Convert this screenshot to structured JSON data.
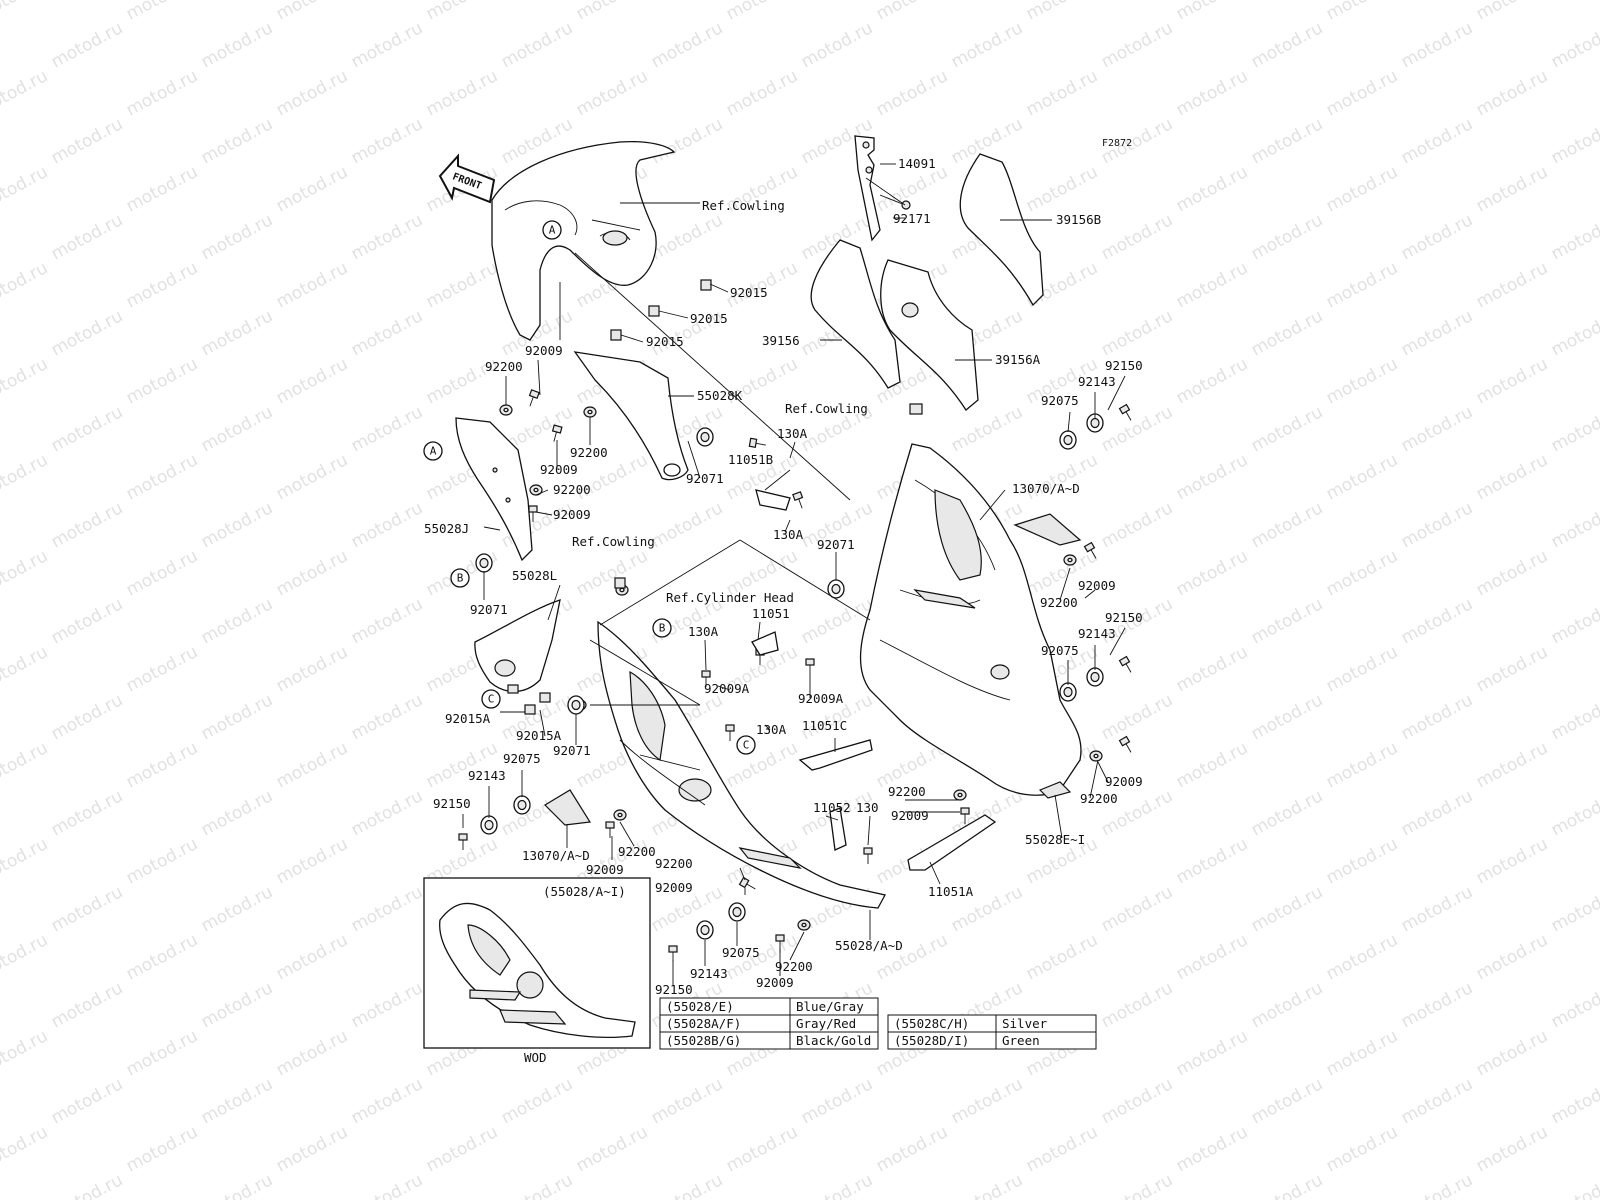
{
  "diagram_code": "F2872",
  "watermark_text": "motod.ru",
  "front_arrow_label": "FRONT",
  "ref_labels": {
    "cowling_top": "Ref.Cowling",
    "cowling_mid": "Ref.Cowling",
    "cowling_left": "Ref.Cowling",
    "cylinder_head": "Ref.Cylinder Head"
  },
  "callouts": {
    "A": "A",
    "B": "B",
    "C": "C"
  },
  "parts": {
    "p14091": "14091",
    "p92171": "92171",
    "p39156B": "39156B",
    "p39156": "39156",
    "p39156A": "39156A",
    "p92015_a": "92015",
    "p92015_b": "92015",
    "p92015_c": "92015",
    "p92009_a": "92009",
    "p92200_a": "92200",
    "p55028K": "55028K",
    "p92200_b": "92200",
    "p92009_b": "92009",
    "p92200_c": "92200",
    "p92009_c": "92009",
    "p92071_a": "92071",
    "p55028J": "55028J",
    "p92071_b": "92071",
    "p55028L": "55028L",
    "p92150_a": "92150",
    "p92143_a": "92143",
    "p92075_a": "92075",
    "p130A_a": "130A",
    "p11051B": "11051B",
    "p130A_b": "130A",
    "p13070_a": "13070/A~D",
    "p92071_c": "92071",
    "p92009_d": "92009",
    "p92200_d": "92200",
    "p92150_b": "92150",
    "p92143_b": "92143",
    "p92075_b": "92075",
    "p130A_c": "130A",
    "p11051_a": "11051",
    "p92009A_a": "92009A",
    "p92009A_b": "92009A",
    "p130A_d": "130A",
    "p11051C": "11051C",
    "p92015A_a": "92015A",
    "p92015A_b": "92015A",
    "p92071_d": "92071",
    "p92075_c": "92075",
    "p92143_c": "92143",
    "p92150_c": "92150",
    "p13070_b": "13070/A~D",
    "p92009_e": "92009",
    "p92200_e": "92200",
    "p11052": "11052",
    "p130": "130",
    "p92200_f": "92200",
    "p92009_f": "92009",
    "p92009_g": "92009",
    "p92200_g": "92200",
    "p55028EI": "55028E~I",
    "p11051A": "11051A",
    "p92200_h": "92200",
    "p92009_h": "92009",
    "p55028AD": "55028/A~D",
    "p92075_d": "92075",
    "p92143_d": "92143",
    "p92150_d": "92150",
    "p92009_i": "92009",
    "p92200_i": "92200"
  },
  "inset": {
    "label": "(55028/A~I)",
    "caption": "WOD"
  },
  "color_table_left": [
    {
      "code": "(55028/E)",
      "color": "Blue/Gray"
    },
    {
      "code": "(55028A/F)",
      "color": "Gray/Red"
    },
    {
      "code": "(55028B/G)",
      "color": "Black/Gold"
    }
  ],
  "color_table_right": [
    {
      "code": "(55028C/H)",
      "color": "Silver"
    },
    {
      "code": "(55028D/I)",
      "color": "Green"
    }
  ]
}
